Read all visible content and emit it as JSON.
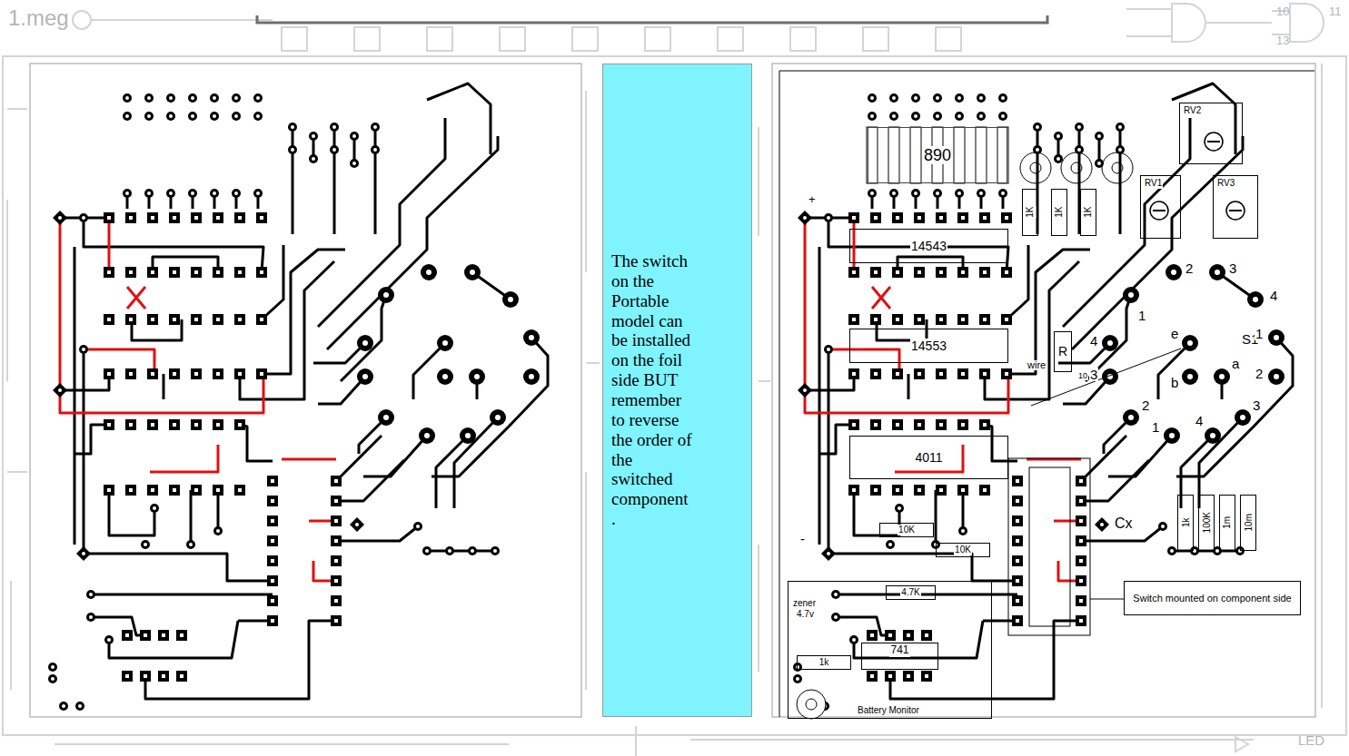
{
  "diagram": {
    "nodes": [
      {
        "text": [
          "The switch on the Portable model can be installed on the foil side BUT remember to reverse the order of the switched component ."
        ]
      },
      {
        "text": [
          "890"
        ]
      },
      {
        "text": [
          "RV2"
        ]
      },
      {
        "text": [
          "RV1"
        ]
      },
      {
        "text": [
          "RV3"
        ]
      },
      {
        "text": [
          "1K"
        ]
      },
      {
        "text": [
          "1K"
        ]
      },
      {
        "text": [
          "1K"
        ]
      },
      {
        "text": [
          "14543"
        ]
      },
      {
        "text": [
          "14553"
        ]
      },
      {
        "text": [
          "4011"
        ]
      },
      {
        "text": [
          "R"
        ]
      },
      {
        "text": [
          "10K"
        ]
      },
      {
        "text": [
          "10K"
        ]
      },
      {
        "text": [
          "Battery Monitor"
        ]
      },
      {
        "text": [
          "4.7K"
        ],
        "in": 14
      },
      {
        "text": [
          "1k"
        ],
        "in": 14
      },
      {
        "text": [
          "741"
        ],
        "in": 14
      },
      {
        "text": [
          "1k"
        ]
      },
      {
        "text": [
          "100K"
        ]
      },
      {
        "text": [
          "1m"
        ]
      },
      {
        "text": [
          "10m"
        ]
      },
      {
        "text": [
          "Switch mounted on component side"
        ]
      }
    ],
    "labels": [
      "1.meg",
      "10",
      "13",
      "11",
      "LED",
      "+",
      "-",
      "1",
      "2",
      "3",
      "4",
      "4",
      "e",
      "S1",
      "1",
      "3",
      "b",
      "a",
      "2",
      "wire",
      "10",
      "2",
      "1",
      "3",
      "4",
      "Cx",
      "zener",
      "4.7v"
    ]
  }
}
